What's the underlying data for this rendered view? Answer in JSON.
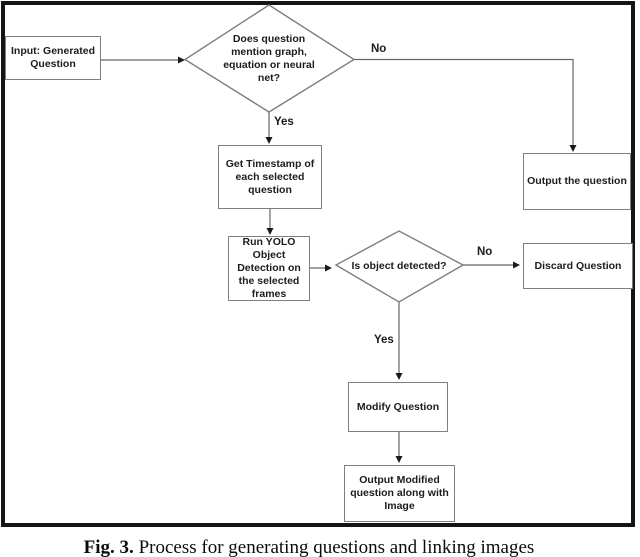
{
  "figure": {
    "caption_label": "Fig. 3.",
    "caption_text": "Process for generating questions and linking images"
  },
  "flowchart": {
    "nodes": {
      "input": {
        "text": "Input: Generated Question"
      },
      "decision_mention": {
        "text": "Does question mention graph, equation or neural net?"
      },
      "output_question": {
        "text": "Output the question"
      },
      "get_timestamp": {
        "text": "Get Timestamp of each selected question"
      },
      "run_yolo": {
        "text": "Run YOLO Object Detection on the selected frames"
      },
      "decision_detected": {
        "text": "Is object detected?"
      },
      "discard": {
        "text": "Discard Question"
      },
      "modify": {
        "text": "Modify Question"
      },
      "output_modified": {
        "text": "Output Modified question along with Image"
      }
    },
    "labels": {
      "yes1": "Yes",
      "no1": "No",
      "yes2": "Yes",
      "no2": "No"
    },
    "colors": {
      "frame": "#151515",
      "box_border": "#7f7f7f",
      "connector": "#666666",
      "arrowhead": "#1a1a1a",
      "text": "#1c1c1c",
      "background": "#ffffff"
    }
  }
}
